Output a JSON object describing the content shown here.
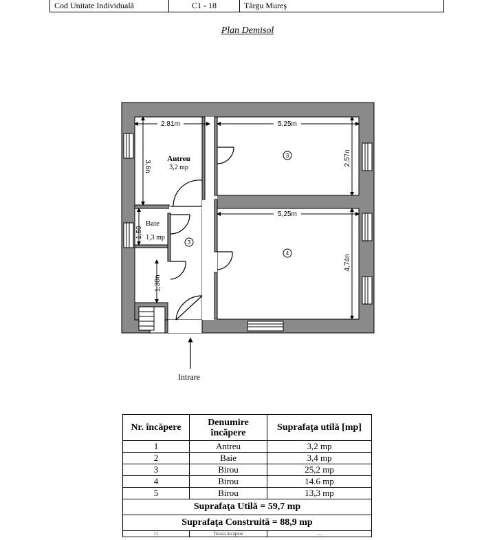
{
  "header_row": {
    "label": "Cod Unitate Individuală",
    "code": "C1 - 18",
    "city": "Târgu Mureş"
  },
  "plan_title": "Plan Demisol",
  "floorplan": {
    "antreu_name": "Antreu",
    "antreu_area": "3,2 mp",
    "baie_name": "Baie",
    "baie_area": "1,3 mp",
    "room3_marker": "3",
    "hall_marker": "3",
    "room4_marker": "4",
    "dim_281": "2.81m",
    "dim_525_top": "5,25m",
    "dim_525_mid": "5,25m",
    "dim_36": "3,6n",
    "dim_257": "2,57n",
    "dim_474": "4,74n",
    "dim_150": "1,50",
    "dim_130": "1,30n",
    "entrance_label": "Intrare"
  },
  "area_table": {
    "headers": [
      "Nr. încăpere",
      "Denumire încăpere",
      "Suprafaţa utilă [mp]"
    ],
    "rows": [
      {
        "nr": "1",
        "name": "Antreu",
        "area": "3,2 mp"
      },
      {
        "nr": "2",
        "name": "Baie",
        "area": "3,4 mp"
      },
      {
        "nr": "3",
        "name": "Birou",
        "area": "25,2 mp"
      },
      {
        "nr": "4",
        "name": "Birou",
        "area": "14.6 mp"
      },
      {
        "nr": "5",
        "name": "Birou",
        "area": "13,3 mp"
      }
    ],
    "total_utila": "Suprafaţa Utilă = 59,7 mp",
    "total_construita": "Suprafaţa Construită = 88,9 mp",
    "partial_row": {
      "nr": "11",
      "name": "Terasa încăpere",
      "area": "..."
    }
  }
}
